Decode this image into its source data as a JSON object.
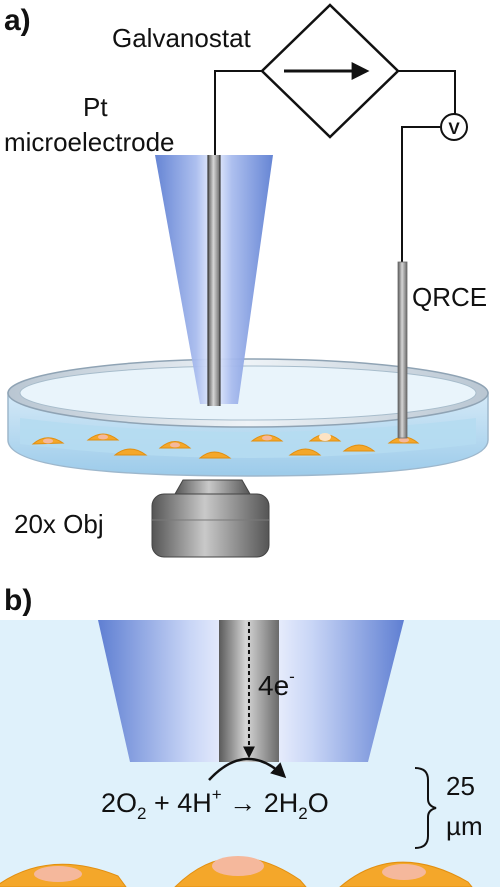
{
  "panel_a": {
    "label": "a)",
    "instrument_label": "Galvanostat",
    "electrode_label_line1": "Pt",
    "electrode_label_line2": "microelectrode",
    "voltmeter_symbol": "V",
    "reference_label": "QRCE",
    "objective_label": "20x Obj"
  },
  "panel_b": {
    "label": "b)",
    "electron_transfer": {
      "main": "4e",
      "superscript": "-"
    },
    "reaction": {
      "reactant_1_coefficient": "2O",
      "reactant_1_subscript": "2",
      "plus_sign": " + 4H",
      "proton_superscript": "+",
      "arrow": " → ",
      "product_coefficient": "2H",
      "product_subscript": "2",
      "product_tail": "O"
    },
    "distance_value": "25",
    "distance_unit": "µm"
  },
  "colors": {
    "solution": "#dff1fb",
    "glass_blue": "#6f8fd8",
    "electrode_gray": "#8d8d8d",
    "cell_orange": "#f4a72a",
    "cell_nucleus": "#f5b89c",
    "outline": "#111111"
  }
}
